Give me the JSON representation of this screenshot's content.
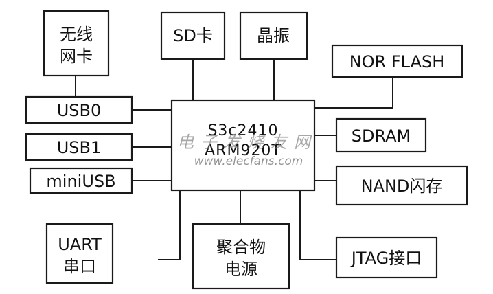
{
  "diagram": {
    "cpu": {
      "line1": "S3c2410",
      "line2": "ARM920T"
    },
    "wireless": {
      "line1": "无线",
      "line2": "网卡"
    },
    "sd": "SD卡",
    "crystal": "晶振",
    "nor": "NOR FLASH",
    "usb0": "USB0",
    "usb1": "USB1",
    "miniusb": "miniUSB",
    "sdram": "SDRAM",
    "nand": "NAND闪存",
    "uart": {
      "line1": "UART",
      "line2": "串口"
    },
    "power": {
      "line1": "聚合物",
      "line2": "电源"
    },
    "jtag": "JTAG接口"
  },
  "watermark": {
    "line1": "电子发烧友网",
    "line2": "www.elecfans.com"
  }
}
